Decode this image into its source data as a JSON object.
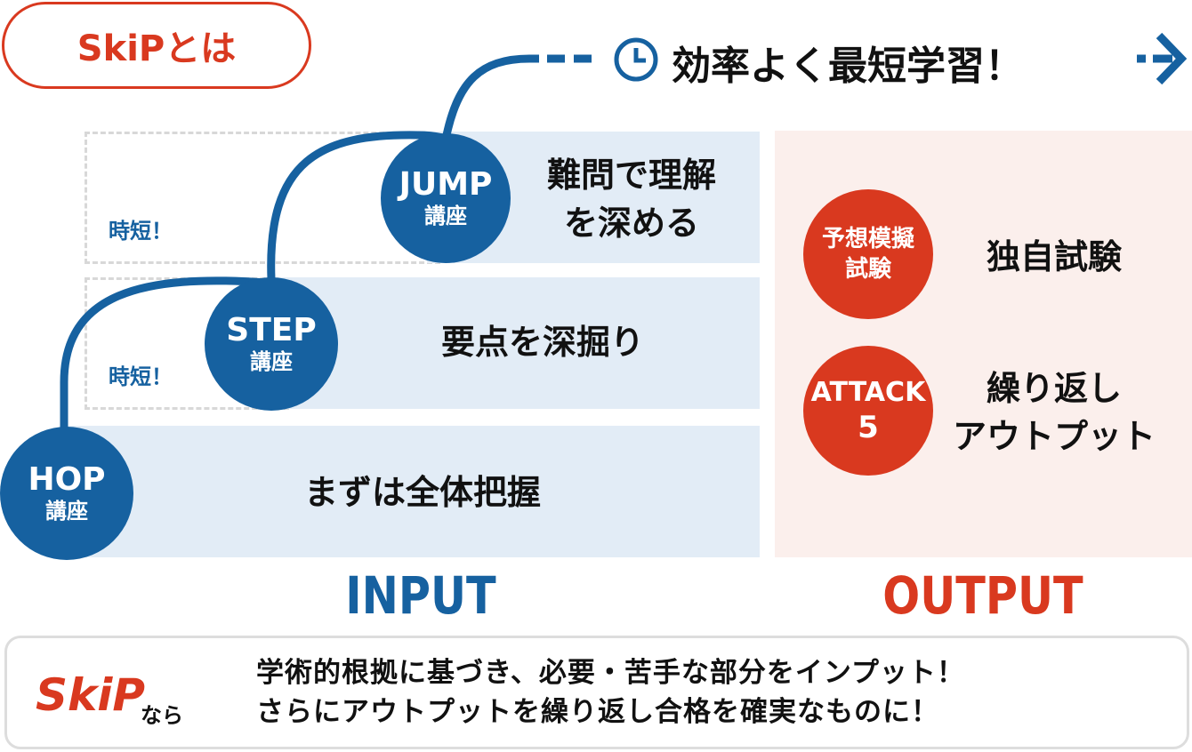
{
  "header": {
    "badge": "SkiPとは",
    "headline": "効率よく最短学習！"
  },
  "input": {
    "label": "INPUT",
    "time_saving": [
      "時短！",
      "時短！"
    ],
    "steps": [
      {
        "name": "JUMP",
        "sub": "講座",
        "desc_lines": [
          "難問で理解",
          "を深める"
        ]
      },
      {
        "name": "STEP",
        "sub": "講座",
        "desc_lines": [
          "要点を深掘り"
        ]
      },
      {
        "name": "HOP",
        "sub": "講座",
        "desc_lines": [
          "まずは全体把握"
        ]
      }
    ]
  },
  "output": {
    "label": "OUTPUT",
    "items": [
      {
        "name_lines": [
          "予想模擬",
          "試験"
        ],
        "desc_lines": [
          "独自試験"
        ]
      },
      {
        "name_lines": [
          "ATTACK",
          "5"
        ],
        "desc_lines": [
          "繰り返し",
          "アウトプット"
        ]
      }
    ]
  },
  "footer": {
    "logo": "SkiP",
    "logo_suffix": "なら",
    "lines": [
      "学術的根拠に基づき、必要・苦手な部分をインプット！",
      "さらにアウトプットを繰り返し合格を確実なものに！"
    ]
  },
  "colors": {
    "blue": "#1661a0",
    "red": "#d9391f",
    "input_bg": "#e2ecf6",
    "output_bg": "#fbefec"
  }
}
